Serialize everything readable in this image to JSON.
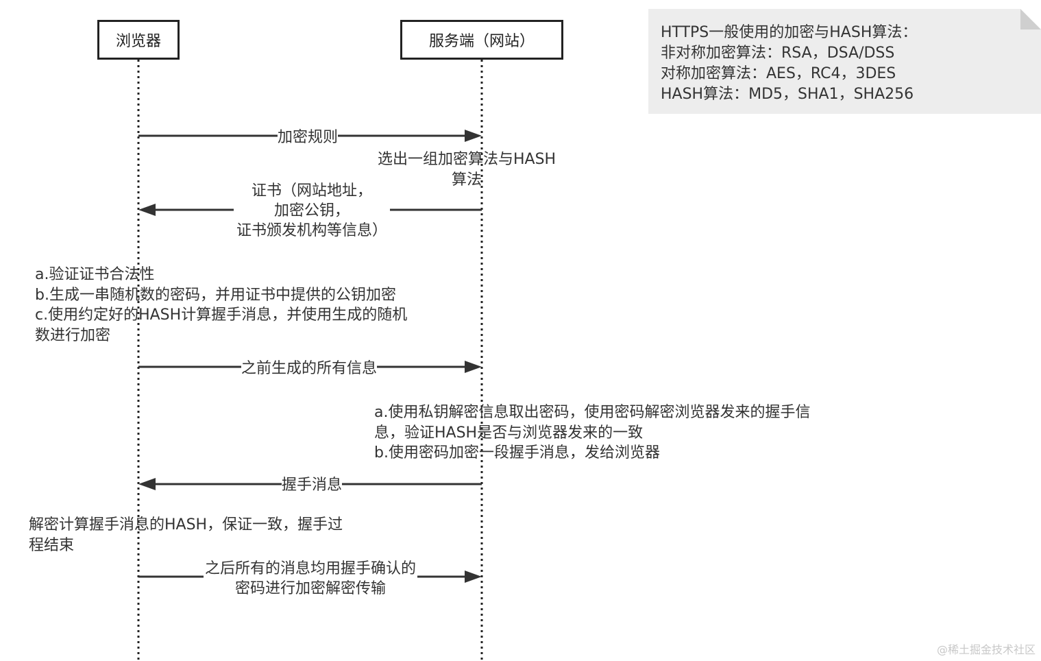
{
  "actors": {
    "browser": "浏览器",
    "server": "服务端（网站）"
  },
  "note": {
    "lines": [
      "HTTPS一般使用的加密与HASH算法：",
      "非对称加密算法：RSA，DSA/DSS",
      "对称加密算法：AES，RC4，3DES",
      "HASH算法：MD5，SHA1，SHA256"
    ]
  },
  "messages": [
    {
      "from": "browser",
      "to": "server",
      "lines": [
        "加密规则"
      ]
    },
    {
      "from": "server",
      "to": "browser",
      "lines": [
        "证书（网站地址，",
        "加密公钥，",
        "证书颁发机构等信息）"
      ]
    },
    {
      "from": "browser",
      "to": "server",
      "lines": [
        "之前生成的所有信息"
      ]
    },
    {
      "from": "server",
      "to": "browser",
      "lines": [
        "握手消息"
      ]
    },
    {
      "from": "browser",
      "to": "server",
      "lines": [
        "之后所有的消息均用握手确认的",
        "密码进行加密解密传输"
      ]
    }
  ],
  "annotations": {
    "server_select": [
      "选出一组加密算法与HASH",
      "算法"
    ],
    "browser_verify": [
      "a.验证证书合法性",
      "b.生成一串随机数的密码，并用证书中提供的公钥加密",
      "c.使用约定好的HASH计算握手消息，并使用生成的随机",
      "数进行加密"
    ],
    "server_decrypt": [
      "a.使用私钥解密信息取出密码，使用密码解密浏览器发来的握手信",
      "息，验证HASH是否与浏览器发来的一致",
      "b.使用密码加密一段握手消息，发给浏览器"
    ],
    "browser_finish": [
      "解密计算握手消息的HASH，保证一致，握手过",
      "程结束"
    ]
  },
  "watermark": "@稀土掘金技术社区"
}
